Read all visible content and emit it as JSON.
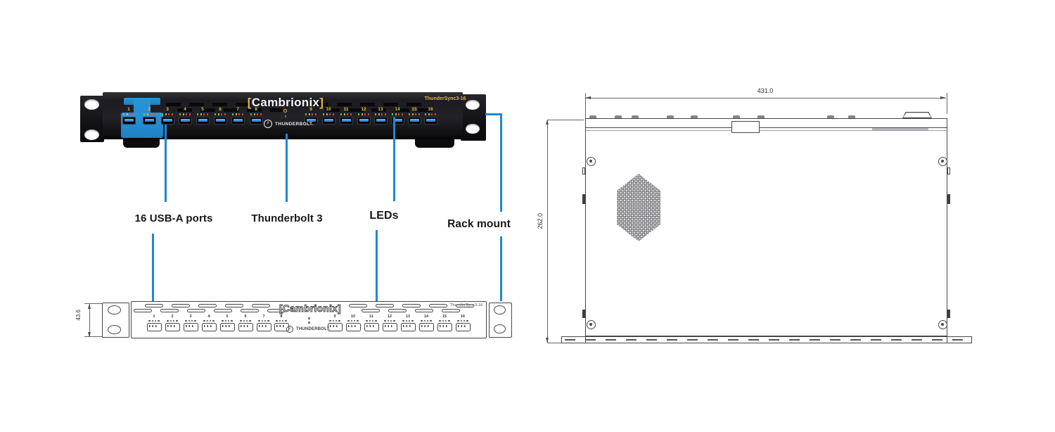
{
  "callouts": {
    "usb_ports": "16 USB-A ports",
    "thunderbolt": "Thunderbolt 3",
    "leds": "LEDs",
    "rack_mount": "Rack mount"
  },
  "photo": {
    "bracket_l": "[",
    "brand": "Cambrionix",
    "bracket_r": "]",
    "model": "ThunderSync3-16",
    "thunderbolt_text": "THUNDERBOLT.",
    "bolt_glyph": "⚡",
    "ports": [
      "1",
      "2",
      "3",
      "4",
      "5",
      "6",
      "7",
      "8",
      "9",
      "10",
      "11",
      "12",
      "13",
      "14",
      "15",
      "16"
    ],
    "led_colors": [
      "#56d66a",
      "#e7b93a",
      "#e2493a",
      "#e2493a"
    ]
  },
  "front_drawing": {
    "height_dim": "43.6",
    "bracket_l": "[",
    "brand": "Cambrionix",
    "bracket_r": "]",
    "model": "ThunderSync3-16",
    "thunderbolt_text": "THUNDERBOLT.",
    "bolt_glyph": "⚡",
    "ports": [
      "1",
      "2",
      "3",
      "4",
      "5",
      "6",
      "7",
      "8",
      "9",
      "10",
      "11",
      "12",
      "13",
      "14",
      "15",
      "16"
    ]
  },
  "top_drawing": {
    "width_dim": "431.0",
    "depth_dim": "262.0"
  },
  "colors": {
    "callout_line": "#1e88d2",
    "accent_yellow": "#e3b83d",
    "thunderbolt_blue": "#2a95da"
  }
}
